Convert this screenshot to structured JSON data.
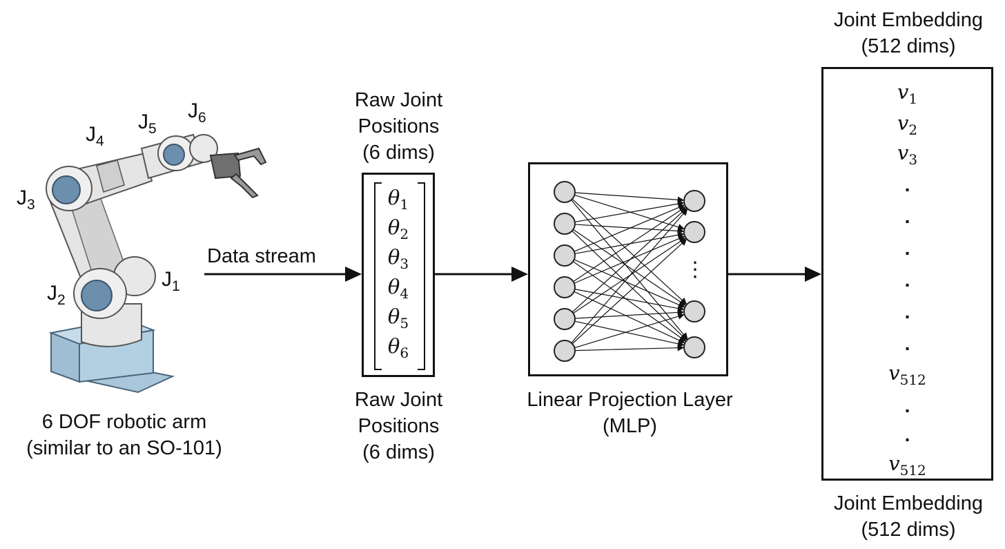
{
  "robot": {
    "caption_line1": "6 DOF robotic arm",
    "caption_line2": "(similar to an SO-101)",
    "joints": [
      {
        "name": "J",
        "sub": "1"
      },
      {
        "name": "J",
        "sub": "2"
      },
      {
        "name": "J",
        "sub": "3"
      },
      {
        "name": "J",
        "sub": "4"
      },
      {
        "name": "J",
        "sub": "5"
      },
      {
        "name": "J",
        "sub": "6"
      }
    ],
    "colors": {
      "body": "#e4e4e4",
      "joint_cap": "#6d8fae",
      "base": "#a9c6db"
    }
  },
  "stream_label": "Data stream",
  "raw_input": {
    "top_line1": "Raw Joint",
    "top_line2": "Positions",
    "top_line3": "(6 dims)",
    "bottom_line1": "Raw Joint",
    "bottom_line2": "Positions",
    "bottom_line3": "(6 dims)",
    "symbol": "θ",
    "entries": [
      "1",
      "2",
      "3",
      "4",
      "5",
      "6"
    ]
  },
  "mlp": {
    "label_line1": "Linear Projection Layer",
    "label_line2": "(MLP)",
    "input_nodes": 6,
    "output_nodes": 4,
    "ellipsis": "⋮",
    "node_color": "#d9d9d9"
  },
  "embedding": {
    "top_line1": "Joint Embedding",
    "top_line2": "(512 dims)",
    "bottom_line1": "Joint Embedding",
    "bottom_line2": "(512 dims)",
    "symbol": "v",
    "entries_top": [
      "1",
      "2",
      "3"
    ],
    "entry_mid": "512",
    "entry_last": "512",
    "dot": "."
  }
}
